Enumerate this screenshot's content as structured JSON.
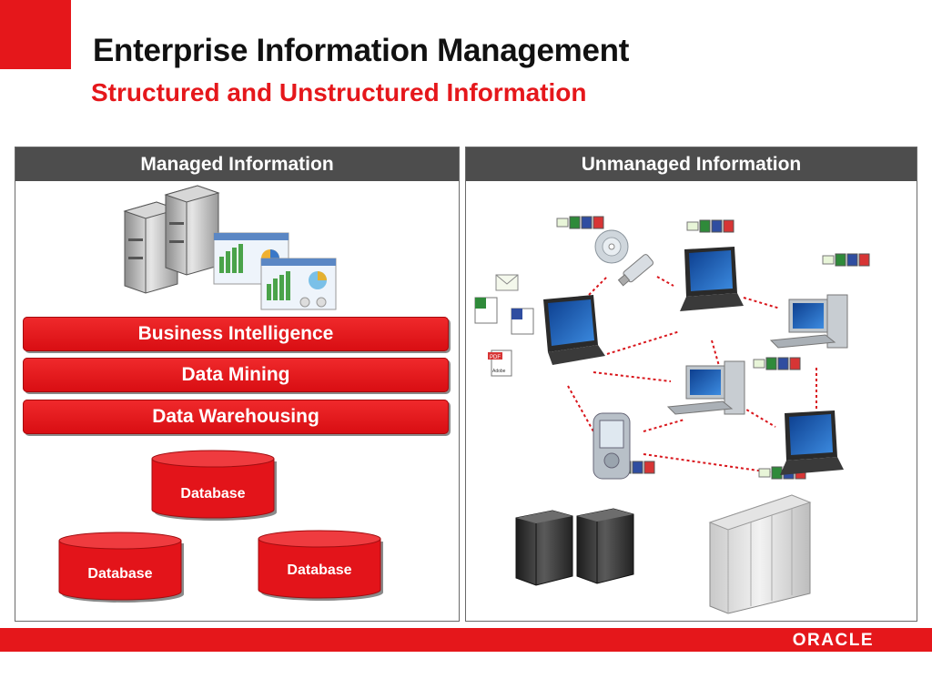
{
  "slide": {
    "title": "Enterprise Information Management",
    "subtitle": "Structured and Unstructured Information"
  },
  "left_panel": {
    "header": "Managed Information",
    "layers": [
      "Business Intelligence",
      "Data Mining",
      "Data Warehousing"
    ],
    "databases": [
      "Database",
      "Database",
      "Database"
    ]
  },
  "right_panel": {
    "header": "Unmanaged Information",
    "pdf_icon_label": "PDF",
    "pdf_icon_sublabel": "Adobe"
  },
  "footer": {
    "logo_text": "ORACLE"
  },
  "colors": {
    "brand_red": "#e5171b",
    "header_gray": "#4d4d4d",
    "connection_red": "#d9161c"
  },
  "icons": [
    "server-icon",
    "dashboard-screenshot-icon",
    "cd-icon",
    "usb-drive-icon",
    "laptop-icon",
    "desktop-pc-icon",
    "pda-icon",
    "tower-server-icon",
    "rack-server-icon",
    "email-icon",
    "excel-icon",
    "word-icon",
    "pdf-icon"
  ]
}
